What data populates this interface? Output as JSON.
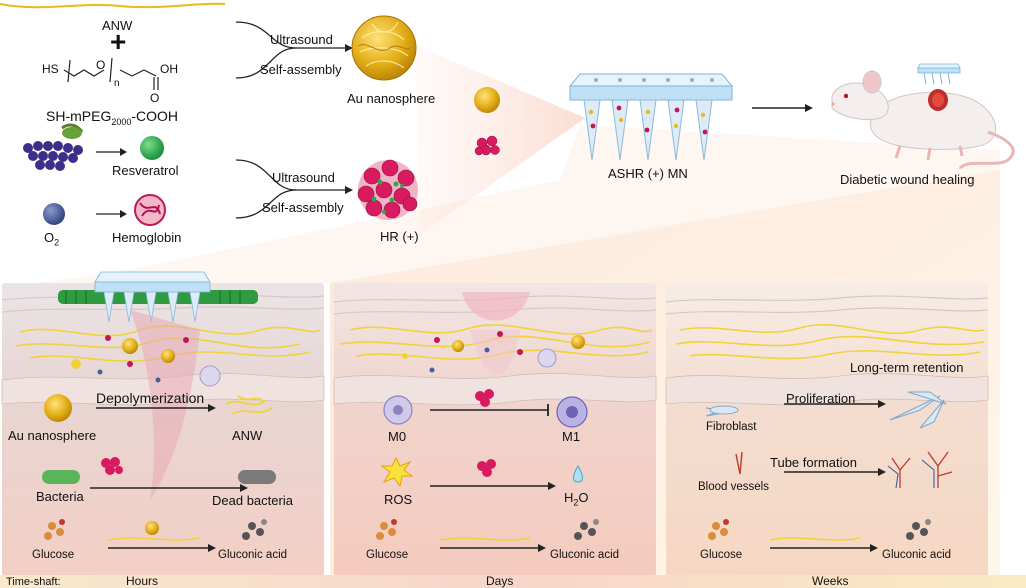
{
  "synthesis": {
    "anw_label": "ANW",
    "plus_sign": "+",
    "peg_formula": "SH-mPEG2000-COOH",
    "peg_base": "SH-mPEG",
    "peg_sub": "2000",
    "peg_suffix": "-COOH",
    "struct_hs": "HS",
    "struct_o": "O",
    "struct_n": "n",
    "struct_oh": "OH",
    "struct_o2": "O",
    "resveratrol_label": "Resveratrol",
    "o2_label": "O2",
    "o2_base": "O",
    "o2_sub": "2",
    "hemoglobin_label": "Hemoglobin",
    "ultrasound_1": "Ultrasound",
    "selfassembly_1": "Self-assembly",
    "ultrasound_2": "Ultrasound",
    "selfassembly_2": "Self-assembly",
    "au_nanosphere_label": "Au nanosphere",
    "hr_label": "HR (+)",
    "mn_label": "ASHR (+) MN",
    "wound_label": "Diabetic wound healing"
  },
  "panel_hours": {
    "depolymerization": "Depolymerization",
    "au_nanosphere": "Au nanosphere",
    "anw": "ANW",
    "bacteria": "Bacteria",
    "dead_bacteria": "Dead bacteria",
    "glucose": "Glucose",
    "gluconic_acid": "Gluconic acid"
  },
  "panel_days": {
    "m0": "M0",
    "m1": "M1",
    "ros": "ROS",
    "h2o_base": "H",
    "h2o_sub": "2",
    "h2o_suffix": "O",
    "glucose": "Glucose",
    "gluconic_acid": "Gluconic acid"
  },
  "panel_weeks": {
    "long_term": "Long-term retention",
    "proliferation": "Proliferation",
    "fibroblast": "Fibroblast",
    "tube_formation": "Tube formation",
    "blood_vessels": "Blood vessels",
    "glucose": "Glucose",
    "gluconic_acid": "Gluconic acid"
  },
  "timeline": {
    "label": "Time-shaft:",
    "hours": "Hours",
    "days": "Days",
    "weeks": "Weeks"
  },
  "colors": {
    "gold": "#e9b91e",
    "hemoglobin": "#c2185b",
    "resveratrol": "#2aa94a",
    "o2": "#4a5e9c",
    "skin_pink": "#f3d6cf",
    "mn_blue": "#bfe0f5"
  }
}
